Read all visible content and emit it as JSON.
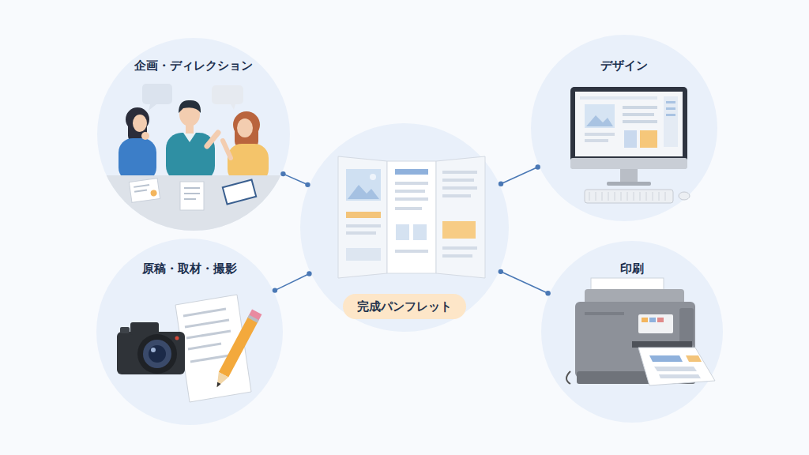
{
  "diagram": {
    "nodes": [
      {
        "text": [
          "企画・ディレクション"
        ]
      },
      {
        "text": [
          "デザイン"
        ]
      },
      {
        "text": [
          "完成パンフレット"
        ]
      },
      {
        "text": [
          "原稿・取材・撮影"
        ]
      },
      {
        "text": [
          "印刷"
        ]
      }
    ],
    "edges": [
      {
        "from": 0,
        "to": 2,
        "arrow": "none"
      },
      {
        "from": 1,
        "to": 2,
        "arrow": "none"
      },
      {
        "from": 3,
        "to": 2,
        "arrow": "none"
      },
      {
        "from": 4,
        "to": 2,
        "arrow": "none"
      }
    ]
  }
}
